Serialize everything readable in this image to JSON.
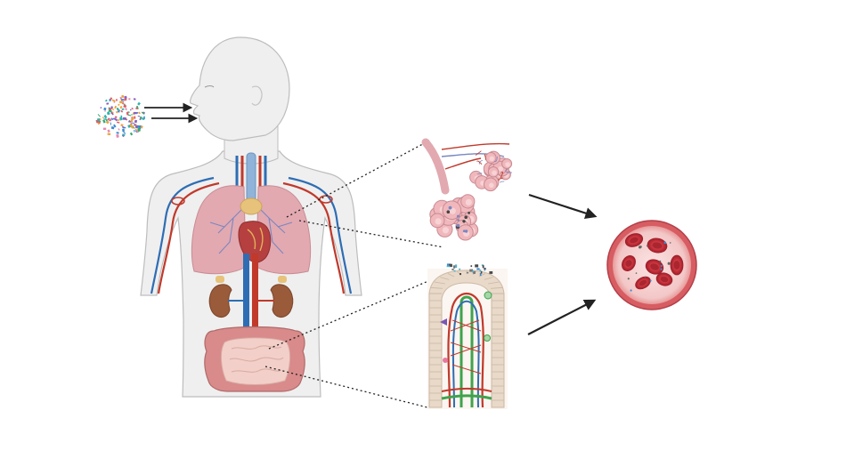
{
  "diagram": {
    "nodes": [
      {
        "id": "particles",
        "kind": "airborne-particles"
      },
      {
        "id": "body",
        "kind": "human-torso-anatomy"
      },
      {
        "id": "alveoli",
        "kind": "lung-alveoli-detail"
      },
      {
        "id": "villus",
        "kind": "intestinal-villus-detail"
      },
      {
        "id": "bloodstream",
        "kind": "blood-vessel-cross-section"
      }
    ],
    "edges": [
      {
        "from": "particles",
        "to": "body",
        "style": "arrow",
        "count": 2
      },
      {
        "from": "body",
        "to": "alveoli",
        "style": "dotted-zoom"
      },
      {
        "from": "body",
        "to": "villus",
        "style": "dotted-zoom"
      },
      {
        "from": "alveoli",
        "to": "bloodstream",
        "style": "arrow"
      },
      {
        "from": "villus",
        "to": "bloodstream",
        "style": "arrow"
      }
    ]
  },
  "colors": {
    "skin": "#efefef",
    "skin_outline": "#bdbdbd",
    "lung": "#e2a9b0",
    "artery": "#c0392b",
    "vein": "#2e6db4",
    "intestine": "#d98a8a",
    "small_intestine": "#f2cfc8",
    "blood_bg": "#f6d2d2",
    "red_cell": "#c8323c",
    "arrow": "#222222"
  }
}
